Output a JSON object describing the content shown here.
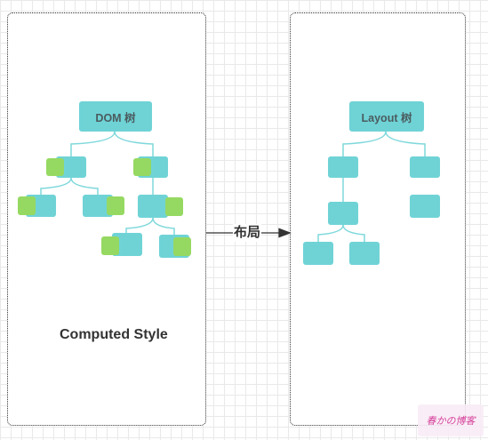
{
  "left_panel": {
    "root_label": "DOM 树",
    "caption": "Computed Style"
  },
  "right_panel": {
    "root_label": "Layout 树"
  },
  "arrow": {
    "label": "布局"
  },
  "watermark": {
    "text": "春かの博客"
  },
  "colors": {
    "node": "#6fd3d6",
    "style_chip": "#96d962",
    "edge": "#7fd8dc",
    "panel_border": "#333333"
  }
}
